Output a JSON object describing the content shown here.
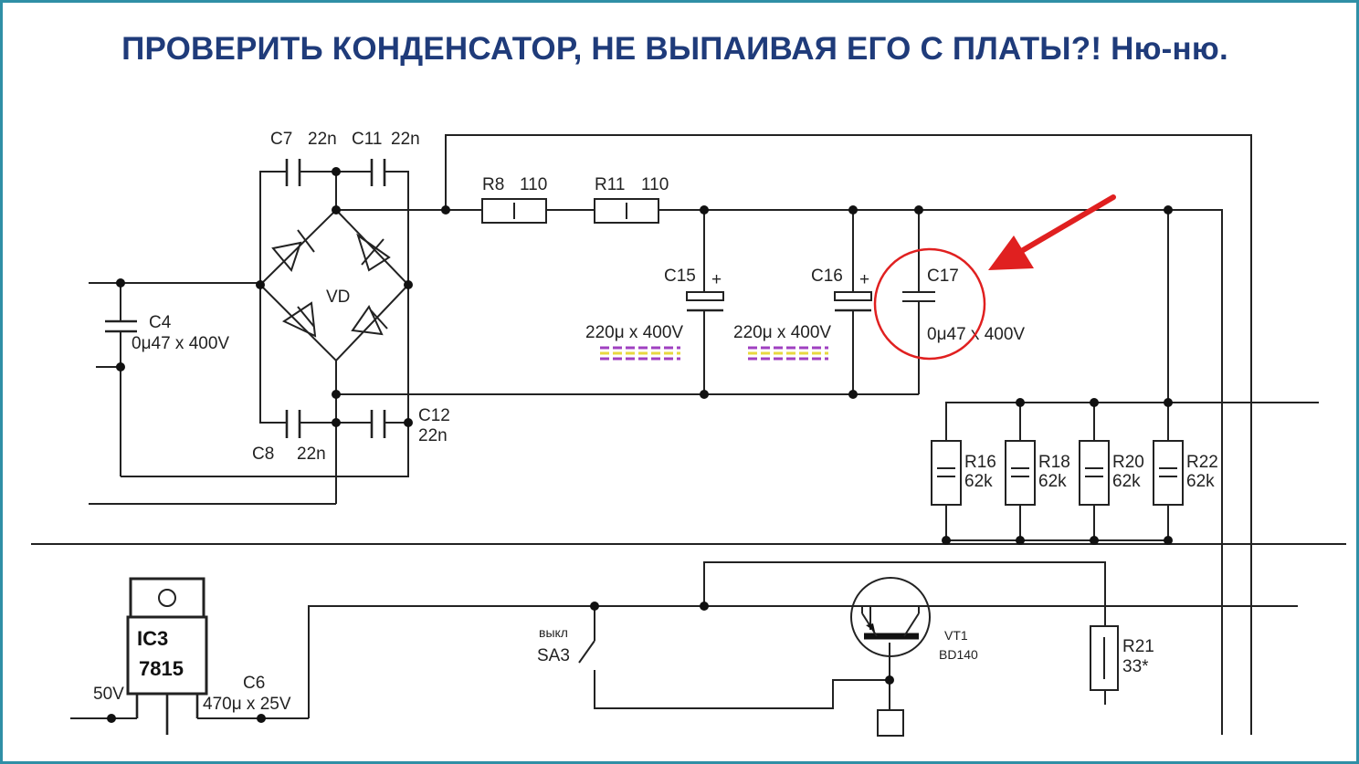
{
  "title": "ПРОВЕРИТЬ КОНДЕНСАТОР, НЕ ВЫПАИВАЯ ЕГО С ПЛАТЫ?!  Ню-ню.",
  "colors": {
    "title": "#1f3b7a",
    "frame": "#2f8fa6",
    "highlight": "#e02020",
    "wire": "#222222"
  },
  "labels": {
    "c7": "C7",
    "c7_value": "22n",
    "c11": "C11",
    "c11_value": "22n",
    "c8": "C8",
    "c8_value": "22n",
    "c12": "C12",
    "c12_value": "22n",
    "c4": "C4",
    "c4_value": "0μ47 x 400V",
    "vd": "VD",
    "r8": "R8",
    "r8_value": "110",
    "r11": "R11",
    "r11_value": "110",
    "c15": "C15",
    "c15_value": "220μ x 400V",
    "c16": "C16",
    "c16_value": "220μ x 400V",
    "plus": "+",
    "c17": "C17",
    "c17_value": "0μ47 x 400V",
    "r16": "R16",
    "r18": "R18",
    "r20": "R20",
    "r22": "R22",
    "r_value": "62k",
    "ic3": "IC3",
    "ic3_part": "7815",
    "v50": "50V",
    "c6": "C6",
    "c6_value": "470μ x 25V",
    "sa3_state": "выкл",
    "sa3": "SA3",
    "vt1": "VT1",
    "vt1_part": "BD140",
    "r21": "R21",
    "r21_value": "33*"
  }
}
